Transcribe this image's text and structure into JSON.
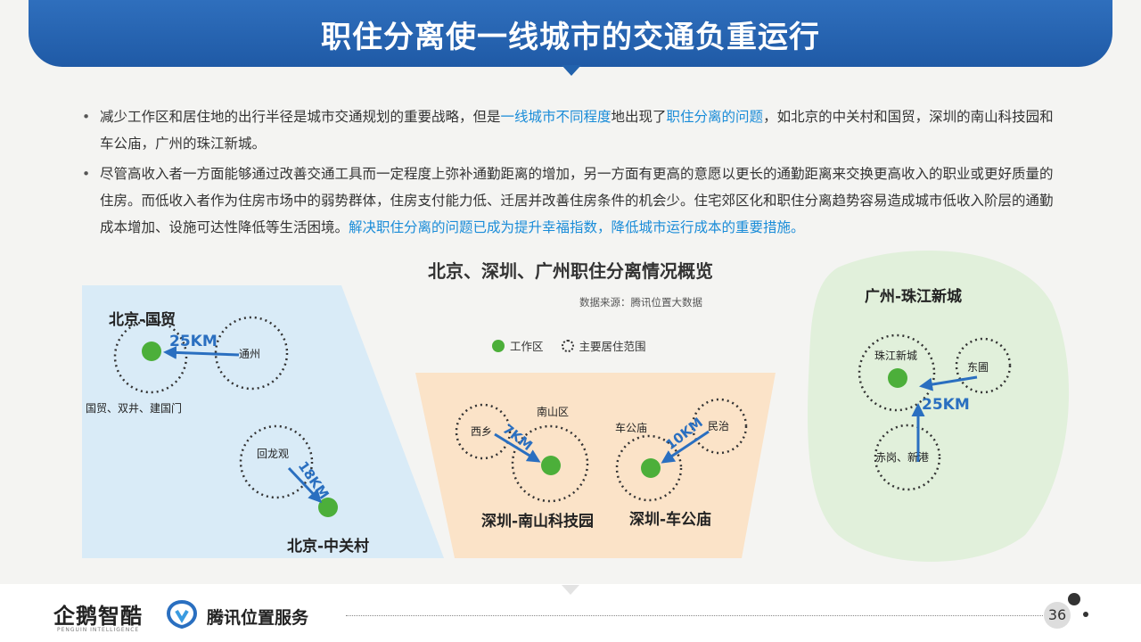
{
  "header": {
    "title": "职住分离使一线城市的交通负重运行"
  },
  "bullets": [
    {
      "p1": "减少工作区和居住地的出行半径是城市交通规划的重要战略，但是",
      "h1": "一线城市不同程度",
      "p2": "地出现了",
      "h2": "职住分离的问题",
      "p3": "，如北京的中关村和国贸，深圳的南山科技园和车公庙，广州的珠江新城。"
    },
    {
      "p1": "尽管高收入者一方面能够通过改善交通工具而一定程度上弥补通勤距离的增加，另一方面有更高的意愿以更长的通勤距离来交换更高收入的职业或更好质量的住房。而低收入者作为住房市场中的弱势群体，住房支付能力低、迁居并改善住房条件的机会少。住宅郊区化和职住分离趋势容易造成城市低收入阶层的通勤成本增加、设施可达性降低等生活困境。",
      "h1": "解决职住分离的问题已成为提升幸福指数，降低城市运行成本的重要措施。"
    }
  ],
  "chart": {
    "title": "北京、深圳、广州职住分离情况概览",
    "source": "数据来源：腾讯位置大数据",
    "legend": {
      "work": "工作区",
      "home": "主要居住范围"
    },
    "colors": {
      "work": "#4caf3a",
      "arrow": "#2a6fc0",
      "beijing_bg": "#d9ebf7",
      "shenzhen_bg": "#fbe3c8",
      "guangzhou_bg": "#e1f0db"
    },
    "beijing": {
      "guomao": {
        "name": "北京-国贸",
        "home_label": "通州",
        "work_label": "国贸、双井、建国门",
        "distance": "25KM"
      },
      "zhongguancun": {
        "name": "北京-中关村",
        "home_label": "回龙观",
        "distance": "18KM"
      }
    },
    "shenzhen": {
      "nanshan": {
        "name": "深圳-南山科技园",
        "home_label": "西乡",
        "work_label": "南山区",
        "distance": "7KM"
      },
      "chegongmiao": {
        "name": "深圳-车公庙",
        "home_label": "民治",
        "work_label": "车公庙",
        "distance": "10KM"
      }
    },
    "guangzhou": {
      "name": "广州-珠江新城",
      "work_label": "珠江新城",
      "home1_label": "东圃",
      "home2_label": "赤岗、新港",
      "distance": "25KM"
    }
  },
  "footer": {
    "logo1": "企鹅智酷",
    "logo1_sub": "PENGUIN INTELLIGENCE",
    "logo2": "腾讯位置服务",
    "page": "36"
  }
}
